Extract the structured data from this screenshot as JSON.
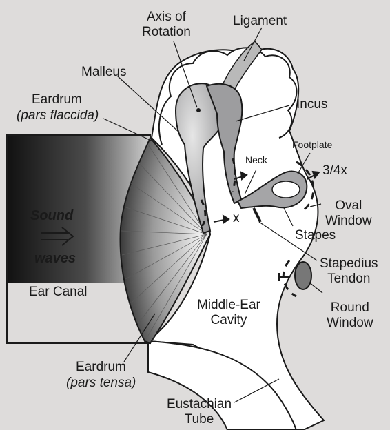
{
  "diagram": {
    "labels": {
      "axis_of_rotation": "Axis of\nRotation",
      "ligament": "Ligament",
      "malleus": "Malleus",
      "eardrum_flaccida": "Eardrum",
      "pars_flaccida": "(pars flaccida)",
      "incus": "Incus",
      "footplate": "Footplate",
      "neck": "Neck",
      "ratio": "3/4x",
      "x_marker": "x",
      "oval_window": "Oval\nWindow",
      "stapes": "Stapes",
      "stapedius_tendon": "Stapedius\nTendon",
      "round_window": "Round\nWindow",
      "sound": "Sound",
      "waves": "waves",
      "ear_canal": "Ear Canal",
      "middle_ear_cavity": "Middle-Ear\nCavity",
      "eardrum_tensa": "Eardrum",
      "pars_tensa": "(pars tensa)",
      "eustachian_tube": "Eustachian\nTube"
    },
    "colors": {
      "background": "#dedcdb",
      "cavity": "#ffffff",
      "canal_dark": "#222222",
      "bone": "#a9a9ab",
      "outline": "#1a1a1a"
    }
  }
}
